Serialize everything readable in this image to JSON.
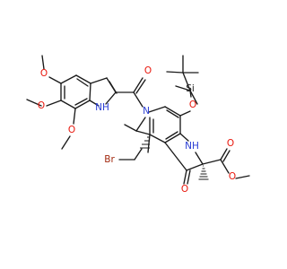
{
  "structure": {
    "atom_labels": {
      "o_methoxy_1": "O",
      "o_methoxy_2": "O",
      "o_methoxy_3": "O",
      "nh_indole": "NH",
      "o_carbonyl_amide": "O",
      "n_ring": "N",
      "o_silyl_ether": "O",
      "si": "Si",
      "br": "Br",
      "nh_ring": "NH",
      "o_ketone": "O",
      "o_ester_carbonyl": "O",
      "o_ester_methoxy": "O"
    },
    "colors": {
      "carbon_bond": "#1a1a1a",
      "oxygen": "#e8160b",
      "nitrogen": "#2a3dd4",
      "bromine": "#a2290f",
      "silicon": "#1a1a1a",
      "background": "#ffffff"
    }
  }
}
